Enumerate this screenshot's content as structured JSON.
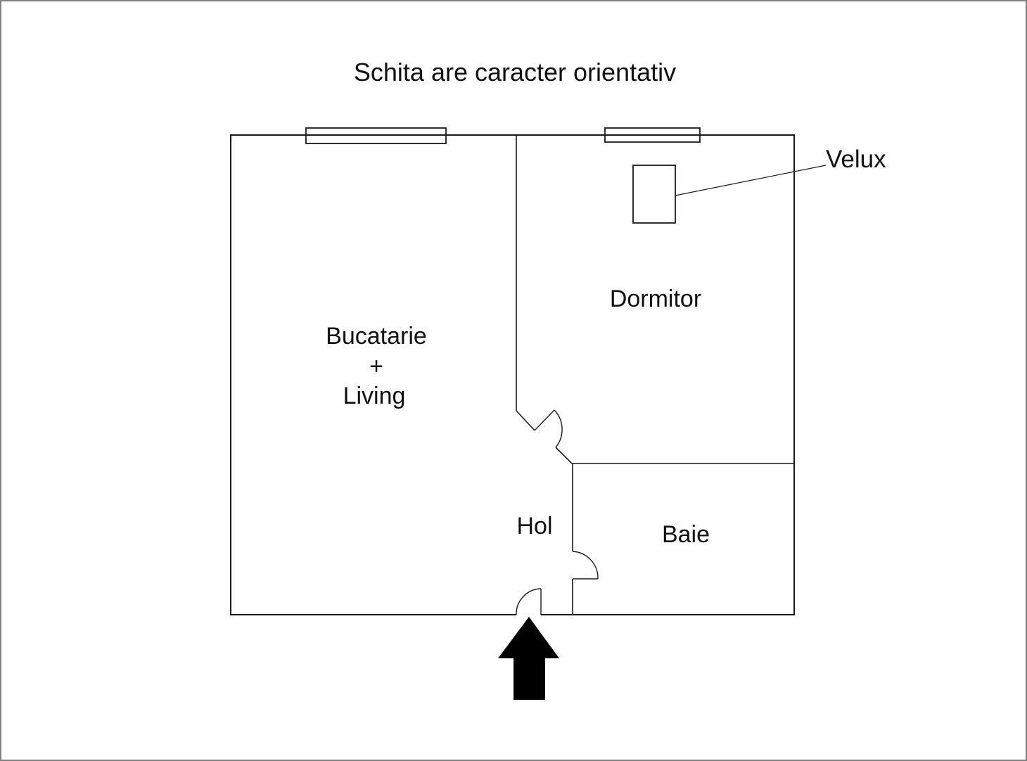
{
  "title": "Schita are caracter orientativ",
  "rooms": {
    "kitchen_living": {
      "line1": "Bucatarie",
      "line2": "+",
      "line3": "Living"
    },
    "bedroom": {
      "label": "Dormitor"
    },
    "hall": {
      "label": "Hol"
    },
    "bathroom": {
      "label": "Baie"
    }
  },
  "annotations": {
    "skylight_label": "Velux"
  },
  "colors": {
    "wall_line": "#1a1a1a",
    "background": "#ffffff",
    "canvas_border": "#808080",
    "entrance_arrow": "#000000"
  }
}
